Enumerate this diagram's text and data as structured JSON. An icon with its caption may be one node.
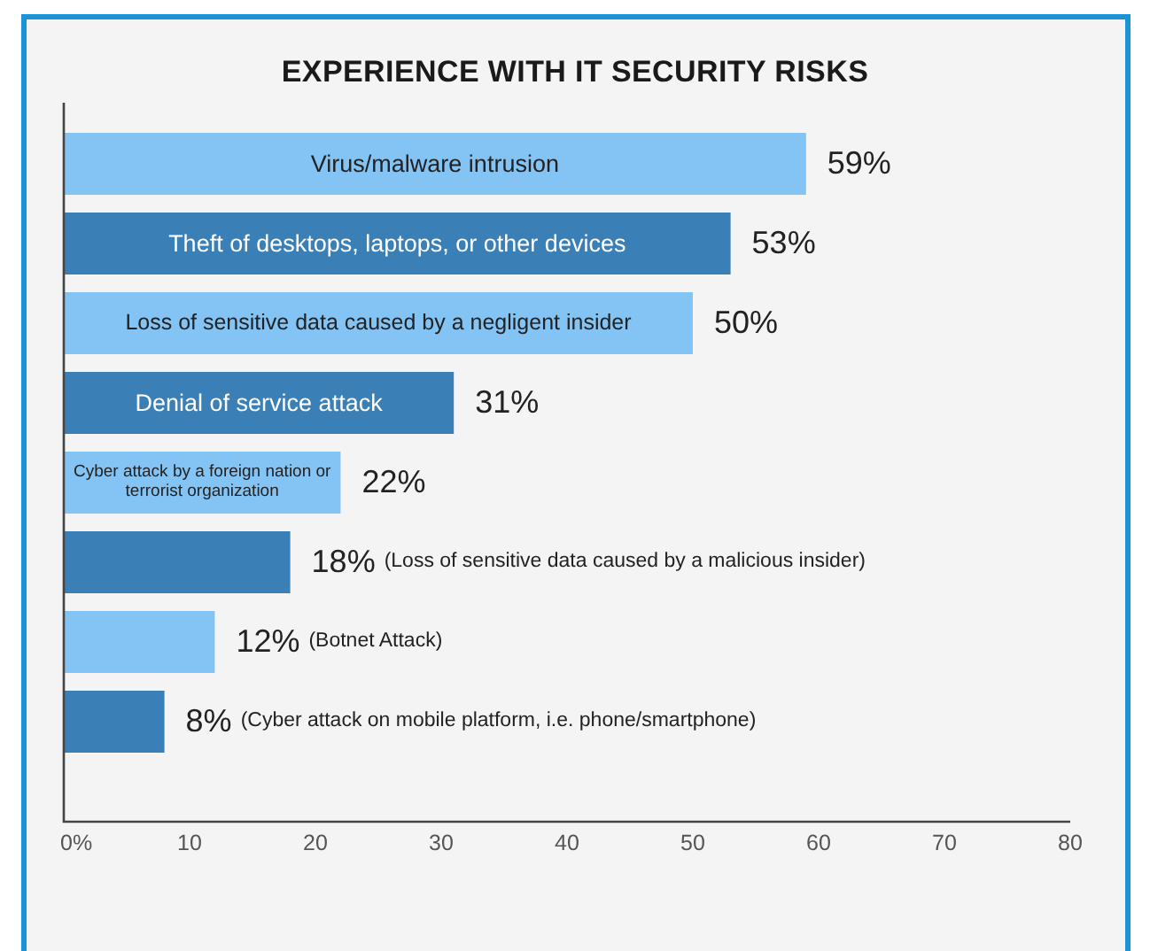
{
  "diagram": {
    "chart_data": {
      "type": "bar",
      "orientation": "horizontal",
      "title": "EXPERIENCE WITH IT SECURITY RISKS",
      "categories": [
        "Virus/malware intrusion",
        "Theft of desktops, laptops, or other devices",
        "Loss of sensitive data caused by a negligent insider",
        "Denial of service attack",
        "Cyber attack by a foreign nation or terrorist organization",
        "(Loss of sensitive data caused by a malicious insider)",
        "(Botnet Attack)",
        "(Cyber attack on mobile platform, i.e. phone/smartphone)"
      ],
      "series": [
        {
          "color": "#84c4f5",
          "values": [
            59,
            null,
            50,
            null,
            22,
            null,
            12,
            null
          ]
        },
        {
          "color": "#3a7fb5",
          "values": [
            null,
            53,
            null,
            31,
            null,
            18,
            null,
            8
          ]
        }
      ],
      "xlim": [
        0,
        80
      ],
      "xticks": [
        {
          "value": 0,
          "label": "0%"
        },
        10,
        20,
        30,
        40,
        50,
        60,
        70,
        80
      ],
      "value_labels": [
        "59%",
        "53%",
        "50%",
        "31%",
        "22%",
        "18%",
        "12%",
        "8%"
      ]
    }
  }
}
